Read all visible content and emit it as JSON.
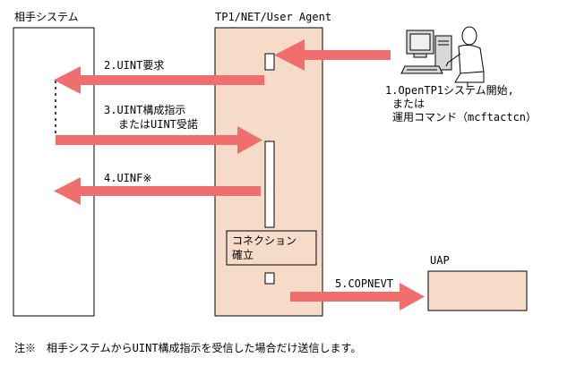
{
  "diagram": {
    "partner_title": "相手システム",
    "agent_title": "TP1/NET/User Agent",
    "uap_title": "UAP",
    "step1_line1": "1.OpenTP1システム開始,",
    "step1_line2": "または",
    "step1_line3": "運用コマンド（mcftactcn）",
    "step2": "2.UINT要求",
    "step3_line1": "3.UINT構成指示",
    "step3_line2": "またはUINT受諾",
    "step4": "4.UINF※",
    "step5": "5.COPNEVT",
    "connection_line1": "コネクション",
    "connection_line2": "確立",
    "footnote": "注※　相手システムからUINT構成指示を受信した場合だけ送信します。"
  },
  "colors": {
    "arrow": "#f06e6e",
    "agent_fill": "#f6dcc8",
    "uap_fill": "#f6dcc8"
  }
}
